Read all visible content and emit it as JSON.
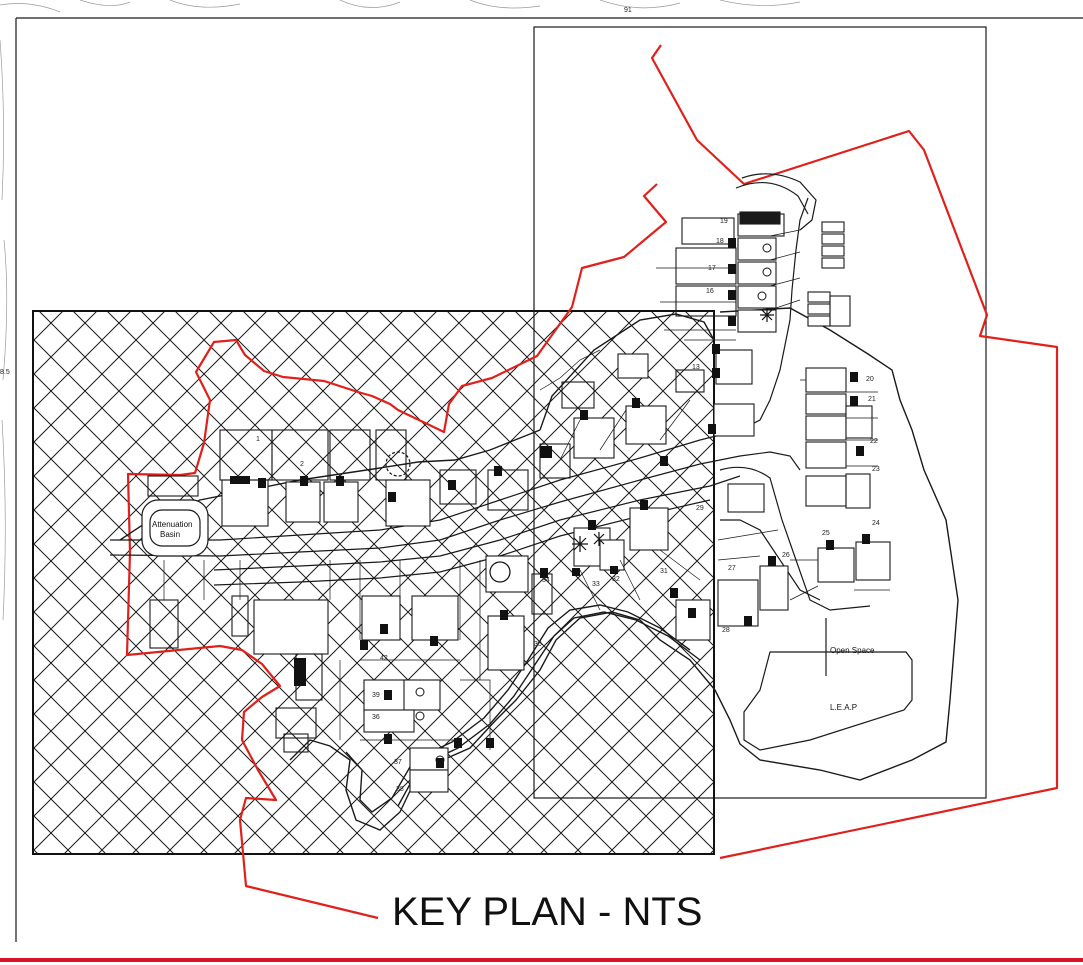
{
  "plan": {
    "title": "KEY PLAN - NTS",
    "labels": {
      "attenuation_1": "Attenuation",
      "attenuation_2": "Basin",
      "open_space": "Open Space",
      "leap": "L.E.A.P"
    },
    "plot_numbers": [
      "19",
      "18",
      "17",
      "16",
      "13",
      "20",
      "21",
      "22",
      "23",
      "24",
      "25",
      "26",
      "27",
      "28",
      "29",
      "31",
      "32",
      "33",
      "34",
      "35",
      "36",
      "37",
      "38",
      "39",
      "42",
      "1",
      "2"
    ],
    "edge_marks": [
      "8.5",
      "91"
    ]
  },
  "colors": {
    "boundary_red": "#e0201b",
    "bottom_rule": "#d9122a",
    "ink": "#1a1a1a",
    "contour": "#9a9a9a"
  }
}
